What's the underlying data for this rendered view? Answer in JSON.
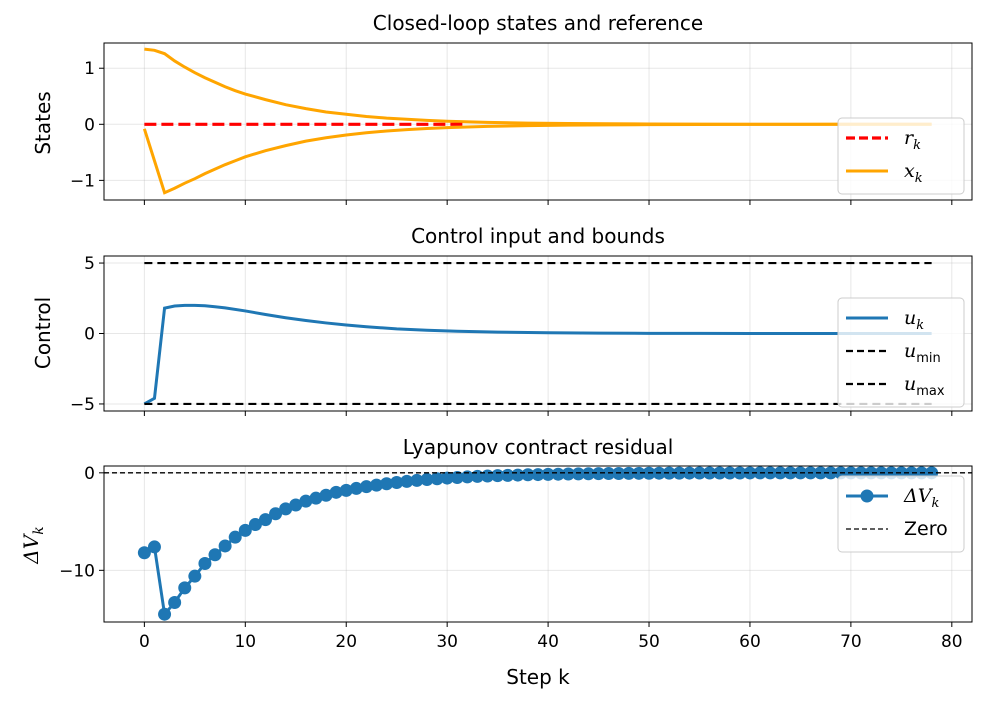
{
  "figure": {
    "xlabel": "Step k",
    "colors": {
      "states": "#ffa500",
      "reference": "#ff0000",
      "control": "#1f77b4",
      "bounds": "#000000",
      "residual": "#1f77b4",
      "zero": "#000000"
    }
  },
  "chart_data": [
    {
      "type": "line",
      "title": "Closed-loop states and reference",
      "ylabel": "States",
      "xlim": [
        -4,
        82
      ],
      "ylim": [
        -1.35,
        1.45
      ],
      "yticks": [
        {
          "v": 1,
          "label": "1"
        },
        {
          "v": 0,
          "label": "0"
        },
        {
          "v": -1,
          "label": "−1"
        }
      ],
      "legend": {
        "position": "right",
        "entries": [
          {
            "key": "r",
            "sub": "k",
            "style": "dashed-red"
          },
          {
            "key": "x",
            "sub": "k",
            "style": "solid-orange"
          }
        ]
      },
      "series": [
        {
          "id": "r",
          "x": [
            0,
            32
          ],
          "y": [
            0,
            0
          ]
        },
        {
          "id": "x1",
          "x": [
            0,
            1,
            2,
            3,
            4,
            5,
            6,
            7,
            8,
            9,
            10,
            12,
            14,
            16,
            18,
            20,
            22,
            24,
            26,
            28,
            30,
            34,
            38,
            42,
            46,
            50,
            55,
            60,
            65,
            70,
            75,
            78
          ],
          "y": [
            1.34,
            1.32,
            1.26,
            1.13,
            1.02,
            0.92,
            0.83,
            0.75,
            0.67,
            0.6,
            0.54,
            0.44,
            0.35,
            0.28,
            0.22,
            0.18,
            0.14,
            0.11,
            0.09,
            0.07,
            0.055,
            0.035,
            0.022,
            0.014,
            0.009,
            0.006,
            0.003,
            0.002,
            0.001,
            0.0,
            0.0,
            0.0
          ]
        },
        {
          "id": "x2",
          "x": [
            0,
            1,
            2,
            3,
            4,
            5,
            6,
            7,
            8,
            9,
            10,
            12,
            14,
            16,
            18,
            20,
            22,
            24,
            26,
            28,
            30,
            34,
            38,
            42,
            46,
            50,
            55,
            60,
            65,
            70,
            75,
            78
          ],
          "y": [
            -0.08,
            -0.65,
            -1.22,
            -1.14,
            -1.05,
            -0.97,
            -0.88,
            -0.8,
            -0.72,
            -0.65,
            -0.58,
            -0.47,
            -0.38,
            -0.3,
            -0.24,
            -0.19,
            -0.15,
            -0.12,
            -0.095,
            -0.075,
            -0.06,
            -0.038,
            -0.024,
            -0.015,
            -0.01,
            -0.006,
            -0.003,
            -0.002,
            -0.001,
            0.0,
            0.0,
            0.0
          ]
        }
      ]
    },
    {
      "type": "line",
      "title": "Control input and bounds",
      "ylabel": "Control",
      "xlim": [
        -4,
        82
      ],
      "ylim": [
        -5.5,
        5.5
      ],
      "yticks": [
        {
          "v": 5,
          "label": "5"
        },
        {
          "v": 0,
          "label": "0"
        },
        {
          "v": -5,
          "label": "−5"
        }
      ],
      "legend": {
        "position": "right",
        "entries": [
          {
            "key": "u",
            "sub": "k",
            "style": "solid-blue"
          },
          {
            "key": "u",
            "sub": "min",
            "style": "dashed-black"
          },
          {
            "key": "u",
            "sub": "max",
            "style": "dashed-black"
          }
        ]
      },
      "series": [
        {
          "id": "u",
          "x": [
            0,
            1,
            2,
            3,
            4,
            5,
            6,
            7,
            8,
            10,
            12,
            14,
            16,
            18,
            20,
            22,
            25,
            28,
            31,
            35,
            40,
            45,
            50,
            55,
            60,
            65,
            70,
            78
          ],
          "y": [
            -5.0,
            -4.6,
            1.8,
            1.95,
            2.0,
            2.0,
            1.97,
            1.9,
            1.82,
            1.6,
            1.35,
            1.12,
            0.92,
            0.75,
            0.6,
            0.48,
            0.33,
            0.23,
            0.16,
            0.1,
            0.05,
            0.025,
            0.012,
            0.006,
            0.003,
            0.0,
            0.0,
            0.0
          ]
        },
        {
          "id": "umin",
          "x": [
            0,
            78
          ],
          "y": [
            5,
            5
          ]
        },
        {
          "id": "umax",
          "x": [
            0,
            78
          ],
          "y": [
            -5,
            -5
          ]
        }
      ]
    },
    {
      "type": "line",
      "title": "Lyapunov contract residual",
      "ylabel": "ΔV",
      "ylabel_sub": "k",
      "xlim": [
        -4,
        82
      ],
      "ylim": [
        -15.3,
        0.7
      ],
      "yticks": [
        {
          "v": 0,
          "label": "0"
        },
        {
          "v": -10,
          "label": "−10"
        }
      ],
      "xticks": [
        {
          "v": 0,
          "label": "0"
        },
        {
          "v": 10,
          "label": "10"
        },
        {
          "v": 20,
          "label": "20"
        },
        {
          "v": 30,
          "label": "30"
        },
        {
          "v": 40,
          "label": "40"
        },
        {
          "v": 50,
          "label": "50"
        },
        {
          "v": 60,
          "label": "60"
        },
        {
          "v": 70,
          "label": "70"
        },
        {
          "v": 80,
          "label": "80"
        }
      ],
      "legend": {
        "position": "right",
        "entries": [
          {
            "key": "ΔV",
            "sub": "k",
            "style": "marker-blue"
          },
          {
            "key": "Zero",
            "sub": "",
            "style": "thin-dashed-black"
          }
        ]
      },
      "series": [
        {
          "id": "dv",
          "x": [
            0,
            1,
            2,
            3,
            4,
            5,
            6,
            7,
            8,
            9,
            10,
            11,
            12,
            13,
            14,
            15,
            16,
            17,
            18,
            19,
            20,
            21,
            22,
            23,
            24,
            25,
            26,
            27,
            28,
            29,
            30,
            31,
            32,
            33,
            34,
            35,
            36,
            37,
            38,
            39,
            40,
            41,
            42,
            43,
            44,
            45,
            46,
            47,
            48,
            49,
            50,
            51,
            52,
            53,
            54,
            55,
            56,
            57,
            58,
            59,
            60,
            61,
            62,
            63,
            64,
            65,
            66,
            67,
            68,
            69,
            70,
            71,
            72,
            73,
            74,
            75,
            76,
            77,
            78
          ],
          "y": [
            -8.2,
            -7.6,
            -14.5,
            -13.3,
            -11.8,
            -10.6,
            -9.3,
            -8.4,
            -7.5,
            -6.6,
            -5.9,
            -5.3,
            -4.8,
            -4.2,
            -3.7,
            -3.3,
            -2.9,
            -2.6,
            -2.3,
            -2.0,
            -1.8,
            -1.6,
            -1.42,
            -1.26,
            -1.12,
            -0.99,
            -0.88,
            -0.78,
            -0.69,
            -0.61,
            -0.54,
            -0.48,
            -0.42,
            -0.37,
            -0.33,
            -0.29,
            -0.26,
            -0.23,
            -0.2,
            -0.18,
            -0.16,
            -0.14,
            -0.12,
            -0.11,
            -0.1,
            -0.085,
            -0.075,
            -0.066,
            -0.058,
            -0.051,
            -0.045,
            -0.04,
            -0.035,
            -0.031,
            -0.027,
            -0.024,
            -0.021,
            -0.019,
            -0.017,
            -0.015,
            -0.013,
            -0.011,
            -0.01,
            -0.009,
            -0.008,
            -0.007,
            -0.006,
            -0.005,
            -0.005,
            -0.004,
            -0.004,
            -0.003,
            -0.003,
            -0.003,
            -0.002,
            -0.002,
            -0.002,
            -0.002,
            -0.001
          ]
        },
        {
          "id": "zero",
          "x": [
            -4,
            82
          ],
          "y": [
            0,
            0
          ]
        }
      ]
    }
  ]
}
